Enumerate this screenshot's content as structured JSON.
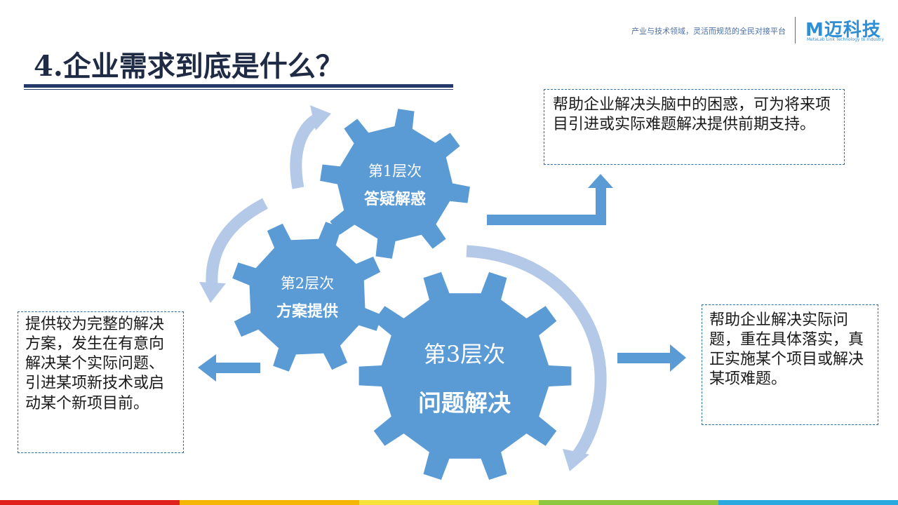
{
  "header": {
    "tagline": "产业与技术领域，灵活而规范的全民对接平台",
    "logo_text": "M迈科技",
    "logo_sub": "MetaLab  Link Technology to Industry"
  },
  "title": "4.企业需求到底是什么？",
  "gears": [
    {
      "level": "第1层次",
      "name": "答疑解惑"
    },
    {
      "level": "第2层次",
      "name": "方案提供"
    },
    {
      "level": "第3层次",
      "name": "问题解决"
    }
  ],
  "boxes": {
    "top": "帮助企业解决头脑中的困惑，可为将来项目引进或实际难题解决提供前期支持。",
    "left": "提供较为完整的解决方案，发生在有意向解决某个实际问题、引进某项新技术或启动某个新项目前。",
    "right": "帮助企业解决实际问题，重在具体落实，真正实施某个项目或解决某项难题。"
  },
  "colors": {
    "gear": "#5b9bd5",
    "arc": "#b4c9e8",
    "arrow": "#5b9bd5",
    "title_rule": "#243a6b",
    "stripe": [
      "#e0201b",
      "#f4b400",
      "#f7e23b",
      "#8dc63f",
      "#2aa8e0"
    ]
  }
}
